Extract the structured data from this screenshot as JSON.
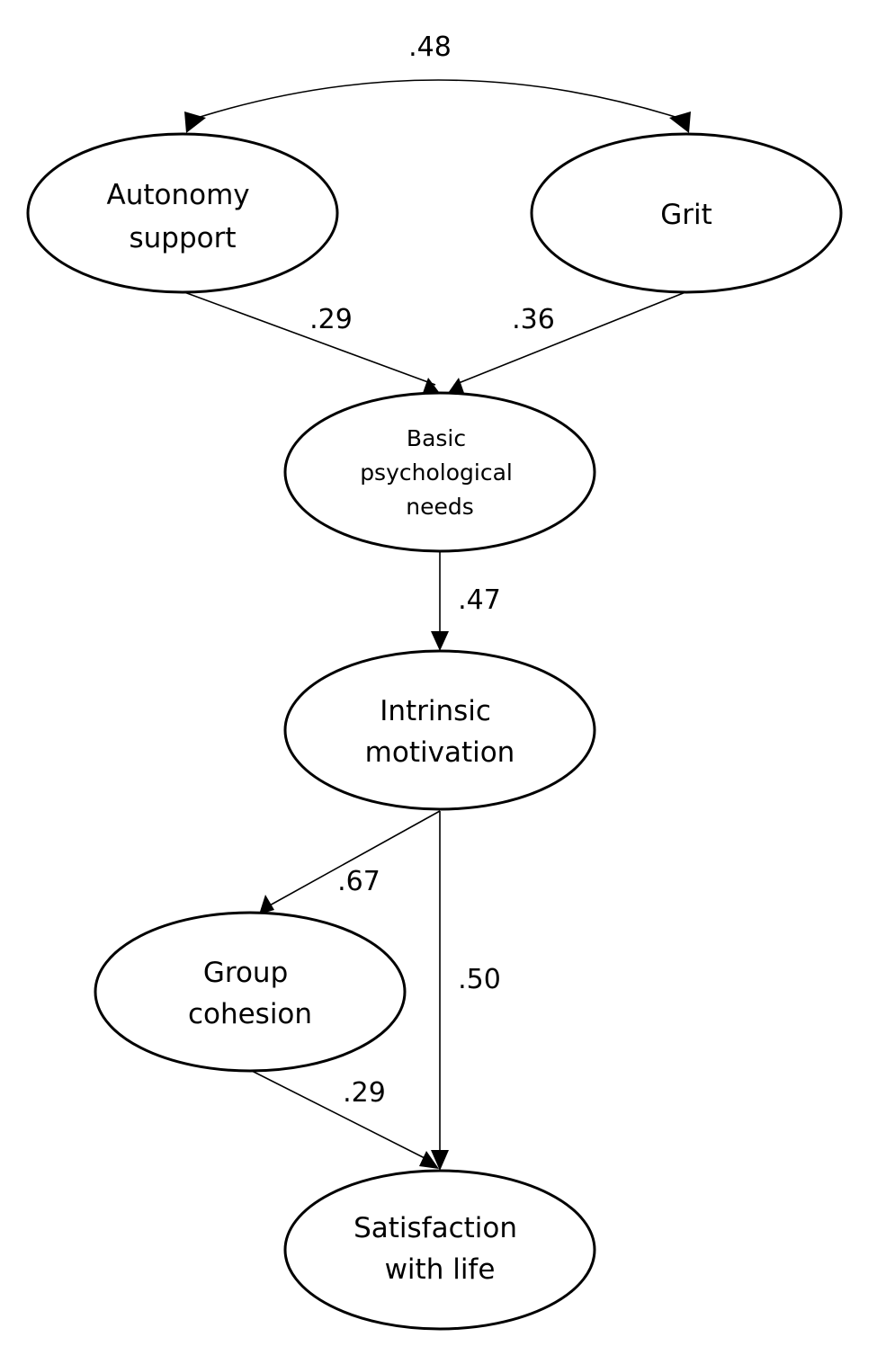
{
  "nodes": {
    "autonomy_support": {
      "lines": [
        "Autonomy",
        "support"
      ]
    },
    "grit": {
      "lines": [
        "Grit"
      ]
    },
    "basic_psychological_needs": {
      "lines": [
        "Basic",
        "psychological",
        "needs"
      ]
    },
    "intrinsic_motivation": {
      "lines": [
        "Intrinsic",
        "motivation"
      ]
    },
    "group_cohesion": {
      "lines": [
        "Group",
        "cohesion"
      ]
    },
    "satisfaction_with_life": {
      "lines": [
        "Satisfaction",
        "with life"
      ]
    }
  },
  "edges": {
    "autonomy_grit_correlation": {
      "from": "Autonomy support",
      "to": "Grit",
      "type": "covariance",
      "coefficient": ".48"
    },
    "autonomy_to_needs": {
      "from": "Autonomy support",
      "to": "Basic psychological needs",
      "coefficient": ".29"
    },
    "grit_to_needs": {
      "from": "Grit",
      "to": "Basic psychological needs",
      "coefficient": ".36"
    },
    "needs_to_motivation": {
      "from": "Basic psychological needs",
      "to": "Intrinsic motivation",
      "coefficient": ".47"
    },
    "motivation_to_cohesion": {
      "from": "Intrinsic motivation",
      "to": "Group cohesion",
      "coefficient": ".67"
    },
    "motivation_to_satisfaction": {
      "from": "Intrinsic motivation",
      "to": "Satisfaction with life",
      "coefficient": ".50"
    },
    "cohesion_to_satisfaction": {
      "from": "Group cohesion",
      "to": "Satisfaction with life",
      "coefficient": ".29"
    }
  }
}
